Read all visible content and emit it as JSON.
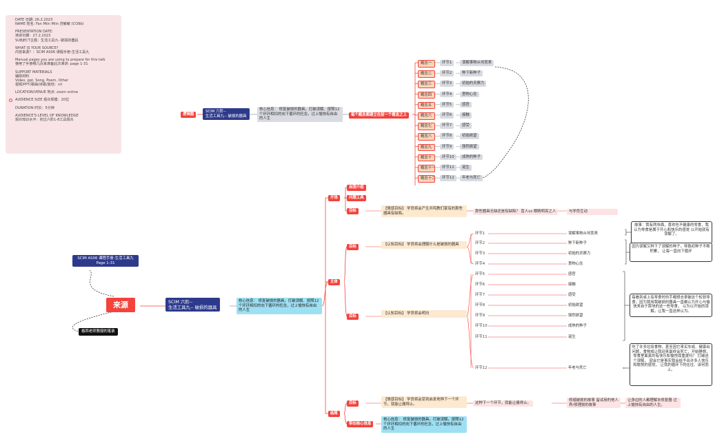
{
  "info_panel": {
    "lines": [
      "DATE 日期: 26.2.2023\nNAME 姓名: Fan Miin Miin 范敏敏 (CO9b)",
      "PRESENTATION DATE:\n演讲日期：27.2.2023\nSUBJECT主题：生活工具九- 破损的器具",
      "WHAT IS YOUR SOURCE?\n内容来源？：SCIM AS06 课程手册-生活工具九",
      "Manual pages you are using to prepare for this talk\n使用了手册哪几页来准备此次演讲: page 1-31",
      "SUPPORT MATERIALS\n辅助材料\nVideo, ppt, Song, Poem, Other\n视频/PPT/歌曲/诗歌/其他：nil",
      "LOCATION/VENUE 地点: zoom online",
      "AUDIENCE SIZE 观众规模：20位",
      "DURATION 时长：5分钟",
      "AUDIENCE'S LEVEL OF KNOWLEDGE\n观众知识水平：初过六阶1-8工具观众"
    ]
  },
  "top_map": {
    "root": "逻辑图",
    "title": "SCIM 六阶--\n生活工具九-- 破损的器具",
    "core": "核心信息：\n修复破损的器具，打破误解、按照12个环环相扣的向下循环的枉念，过上愉快有自由的人生",
    "link": "每个概念都建立在前一个概念之上",
    "rows": [
      {
        "concept": "概念一",
        "step": "环节1",
        "value": "误解事物从何而来"
      },
      {
        "concept": "概念二",
        "step": "环节2",
        "value": "种下新种子"
      },
      {
        "concept": "概念三",
        "step": "环节3",
        "value": "初始的灵察力"
      },
      {
        "concept": "概念四",
        "step": "环节4",
        "value": "意物心念"
      },
      {
        "concept": "概念五",
        "step": "环节5",
        "value": "感官"
      },
      {
        "concept": "概念六",
        "step": "环节6",
        "value": "接触"
      },
      {
        "concept": "概念七",
        "step": "环节7",
        "value": "感受"
      },
      {
        "concept": "概念八",
        "step": "环节8",
        "value": "初始欲望"
      },
      {
        "concept": "概念九",
        "step": "环节9",
        "value": "强烈欲望"
      },
      {
        "concept": "概念十",
        "step": "环节10",
        "value": "成熟的种子"
      },
      {
        "concept": "概念十一",
        "step": "环节11",
        "value": "诞生"
      },
      {
        "concept": "概念十二",
        "step": "环节12",
        "value": "年老与死亡"
      }
    ]
  },
  "source_map": {
    "root": "来源",
    "manual": "SCIM AS06 课程手册-生活工具九\nPage 1-31",
    "teacher": "格西老师教授的笔录",
    "title": "SCIM 六阶--\n生活工具九-- 破损的器具",
    "core": "核心信息：\n修复破损的器具，打破误解、按照12个环环相扣的向下循环的枉念，过上愉快有自由的人生",
    "opening": {
      "label": "开场",
      "items": [
        "自我介绍",
        "问题工具"
      ],
      "goal_label": "目标",
      "goal": "【情感目标】\n学员将会产生共鸣教们家有的那些器具有缺陷。",
      "question": "那些器具无缺还是有缺陷？ 盲人vs 眼睛明亮之人",
      "interact": "与学员互动"
    },
    "body": {
      "label": "主体",
      "goal1_label": "目标",
      "goal1": "【认知目标】\n学员将会理解什么是破损的器具",
      "goal2_label": "目标",
      "goal2": "【认知目标】\n学员将会明白",
      "steps": [
        {
          "step": "环节1",
          "value": "误解事物从何而来"
        },
        {
          "step": "环节2",
          "value": "种下新种子"
        },
        {
          "step": "环节3",
          "value": "初始的灵察力"
        },
        {
          "step": "环节4",
          "value": "意物心念"
        },
        {
          "step": "环节5",
          "value": "感官"
        },
        {
          "step": "环节6",
          "value": "接触"
        },
        {
          "step": "环节7",
          "value": "感受"
        },
        {
          "step": "环节8",
          "value": "初始欲望"
        },
        {
          "step": "环节9",
          "value": "强烈欲望"
        },
        {
          "step": "环节10",
          "value": "成熟的种子"
        },
        {
          "step": "环节11",
          "value": "诞生"
        },
        {
          "step": "环节12",
          "value": "年老与死亡"
        }
      ],
      "notes": [
        "故事：我有两块面，喜欢吃不健康的零食，我认为零食是属于开心和快乐的感觉\n\n以开始就有误解了。",
        "因为误解又种下了误解的种子，导致初种子不断积累，\n让每一直向下循环",
        "每看到桌上有零食时的手都想去拿破这个松软零食，因为我用我破损的器具一直都认为开心与愉快来自于那块的这一些零食，\n以为以开始的误解，让我一直这样认为。",
        "吃了许多垃圾食物，甚至因它来买车戒、健康出问题，食物成让我迎来最终会死亡，开始静想，零食里面真的有快乐和愉悦保重度吗？\n打破这个误解，\n就会它是事实我会给予出许多人快乐和愉悦的感觉，\n让我的循环下的往往、该何而上。"
      ]
    },
    "closing": {
      "label": "结尾",
      "goal_label": "目标",
      "goal": "【情感目标】\n学员将会受到启发地种下一个环节，就能让痛得止。",
      "action": "这种下一个环节，就能让痛得止。",
      "story": "修缮破损的故事\n留试用的他人养/修理损的故事",
      "result": "让身边的人都理解去修复器\n过上愉快有自由的人生。",
      "core_label": "带出核心信息",
      "core": "核心信息：\n修复破损的器具，打破误解，按照12个环环相扣的向下循环的枉念，过上愉快有自由的人生"
    }
  }
}
